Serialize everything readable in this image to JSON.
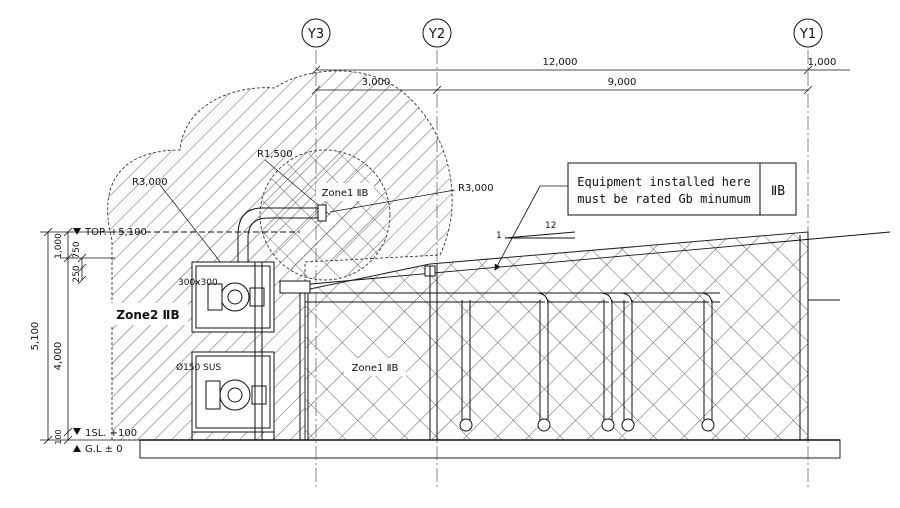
{
  "grid": {
    "y3": "Y3",
    "y2": "Y2",
    "y1": "Y1"
  },
  "dimensions": {
    "total": "12,000",
    "right_offset": "1,000",
    "span_a": "3,000",
    "span_b": "9,000",
    "height_total": "5,100",
    "height_main": "4,000",
    "height_upper": "1,000",
    "height_750": "750",
    "height_250": "250",
    "height_100": "100"
  },
  "levels": {
    "top": "TOP. +5,100",
    "floor": "1SL. +100",
    "ground": "G.L ± 0"
  },
  "radii": {
    "r3000_left": "R3,000",
    "r1500": "R1,500",
    "r3000_right": "R3,000"
  },
  "zones": {
    "zone1_upper": "Zone1 ⅡB",
    "zone1_main": "Zone1 ⅡB",
    "zone2": "Zone2 ⅡB"
  },
  "callout": {
    "line1": "Equipment installed here",
    "line2": "must be rated Gb minumum",
    "class": "ⅡB"
  },
  "slope": {
    "rise": "1",
    "run": "12"
  },
  "equipment": {
    "duct_label": "300x300",
    "pipe_label": "Ø150 SUS"
  },
  "colors": {
    "line": "#111111",
    "hatch": "#333333",
    "background": "#ffffff"
  }
}
